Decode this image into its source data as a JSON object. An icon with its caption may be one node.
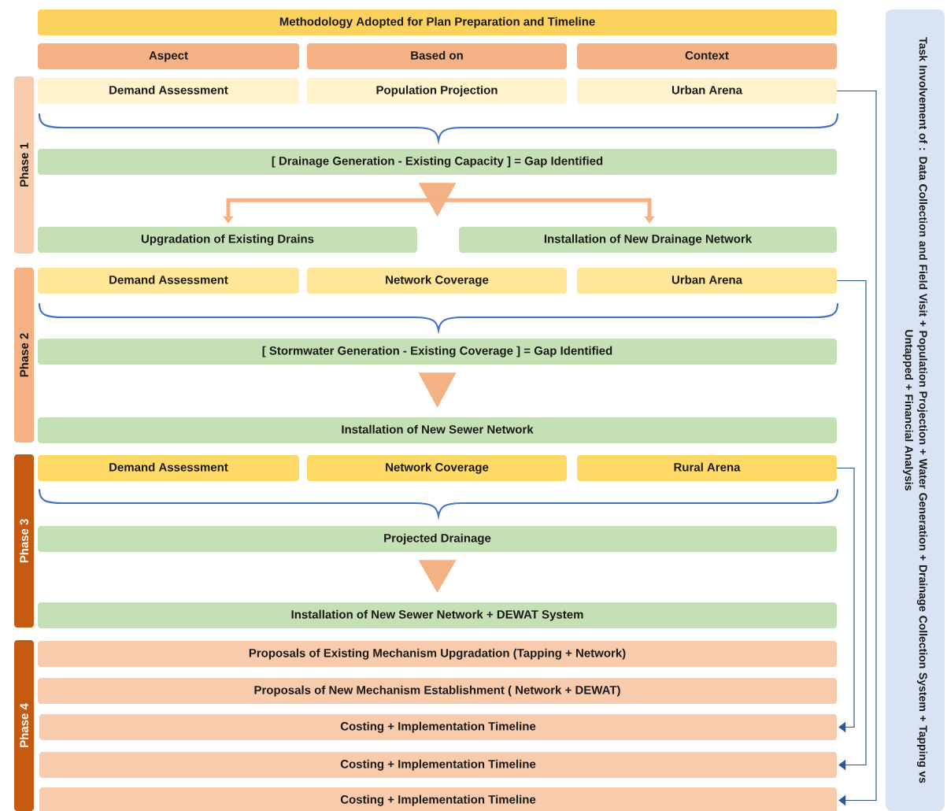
{
  "diagram": {
    "nodes": [
      {
        "text": [
          "Methodology Adopted for Plan Preparation and Timeline"
        ]
      },
      {
        "text": [
          "Aspect"
        ]
      },
      {
        "text": [
          "Based on"
        ]
      },
      {
        "text": [
          "Context"
        ]
      },
      {
        "text": [
          "Phase 1"
        ]
      },
      {
        "text": [
          "Demand Assessment"
        ]
      },
      {
        "text": [
          "Population Projection"
        ]
      },
      {
        "text": [
          "Urban Arena"
        ]
      },
      {
        "text": [
          "[ Drainage Generation - Existing Capacity ] = Gap Identified"
        ]
      },
      {
        "text": [
          "Upgradation of Existing Drains"
        ]
      },
      {
        "text": [
          "Installation of New Drainage Network"
        ]
      },
      {
        "text": [
          "Phase 2"
        ]
      },
      {
        "text": [
          "Demand Assessment"
        ]
      },
      {
        "text": [
          "Network Coverage"
        ]
      },
      {
        "text": [
          "Urban Arena"
        ]
      },
      {
        "text": [
          "[ Stormwater Generation - Existing Coverage ] = Gap Identified"
        ]
      },
      {
        "text": [
          "Installation of New Sewer Network"
        ]
      },
      {
        "text": [
          "Phase 3"
        ]
      },
      {
        "text": [
          "Demand Assessment"
        ]
      },
      {
        "text": [
          "Network Coverage"
        ]
      },
      {
        "text": [
          "Rural Arena"
        ]
      },
      {
        "text": [
          "Projected Drainage"
        ]
      },
      {
        "text": [
          "Installation of New Sewer Network + DEWAT System"
        ]
      },
      {
        "text": [
          "Phase 4"
        ]
      },
      {
        "text": [
          "Proposals of Existing Mechanism Upgradation (Tapping + Network)"
        ]
      },
      {
        "text": [
          "Proposals of New Mechanism Establishment ( Network + DEWAT)"
        ]
      },
      {
        "text": [
          "Costing + Implementation Timeline"
        ]
      },
      {
        "text": [
          "Costing + Implementation Timeline"
        ]
      },
      {
        "text": [
          "Costing + Implementation Timeline"
        ]
      },
      {
        "text": [
          "Task Involvement of : Data Collection and Field Visit + Population Projection + Water Generation + Drainage Collection System + Tapping vs Untapped + Financial Analysis"
        ]
      }
    ],
    "edges": [
      {
        "from": 8,
        "to": 9,
        "arrow": "to",
        "style": "thick",
        "color": "#f4b183"
      },
      {
        "from": 8,
        "to": 10,
        "arrow": "to",
        "style": "thick",
        "color": "#f4b183"
      },
      {
        "from": 15,
        "to": 16,
        "arrow": "to",
        "style": "thick",
        "color": "#f4b183"
      },
      {
        "from": 21,
        "to": 22,
        "arrow": "to",
        "style": "thick",
        "color": "#f4b183"
      },
      {
        "from": 7,
        "to": 28,
        "arrow": "to",
        "color": "#2f5597"
      },
      {
        "from": 14,
        "to": 27,
        "arrow": "to",
        "color": "#2f5597"
      },
      {
        "from": 20,
        "to": 26,
        "arrow": "to",
        "color": "#2f5597"
      }
    ]
  }
}
